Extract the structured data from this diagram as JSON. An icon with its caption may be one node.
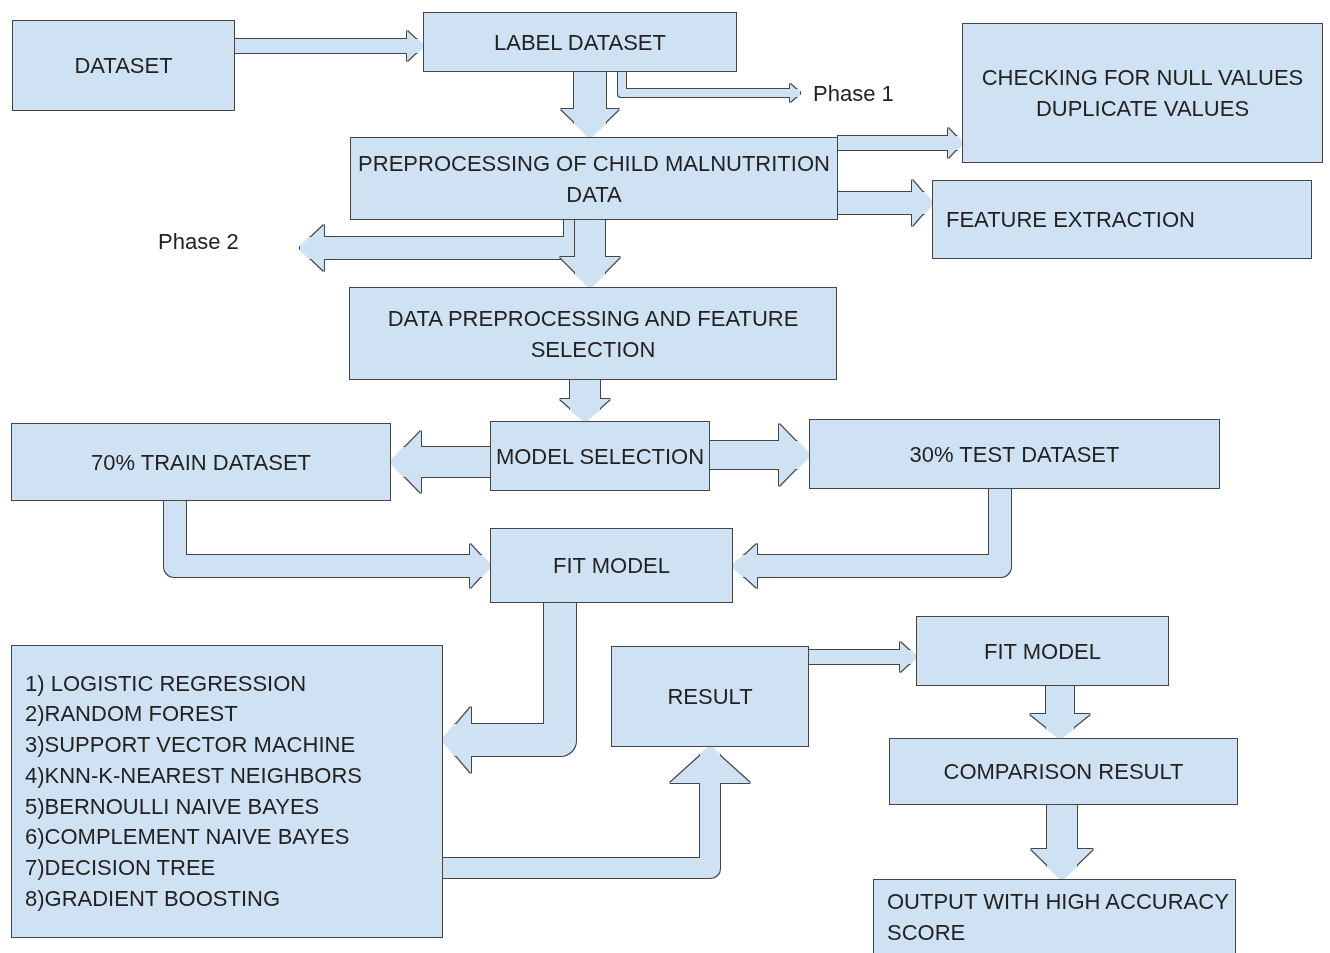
{
  "diagram": {
    "nodes": [
      {
        "text": [
          "DATASET"
        ]
      },
      {
        "text": [
          "LABEL DATASET"
        ]
      },
      {
        "text": [
          "Phase 1"
        ]
      },
      {
        "text": [
          "CHECKING FOR NULL VALUES DUPLICATE VALUES"
        ]
      },
      {
        "text": [
          "PREPROCESSING OF CHILD MALNUTRITION DATA"
        ]
      },
      {
        "text": [
          "FEATURE EXTRACTION"
        ]
      },
      {
        "text": [
          "Phase 2"
        ]
      },
      {
        "text": [
          "DATA PREPROCESSING AND FEATURE  SELECTION"
        ]
      },
      {
        "text": [
          "70% TRAIN DATASET"
        ]
      },
      {
        "text": [
          "MODEL SELECTION"
        ]
      },
      {
        "text": [
          "30% TEST DATASET"
        ]
      },
      {
        "text": [
          "FIT MODEL"
        ]
      },
      {
        "text": [
          "1) LOGISTIC REGRESSION",
          "2)RANDOM FOREST",
          "3)SUPPORT VECTOR MACHINE",
          "4)KNN-K-NEAREST NEIGHBORS",
          "5)BERNOULLI NAIVE BAYES",
          "6)COMPLEMENT NAIVE BAYES",
          "7)DECISION TREE",
          "8)GRADIENT BOOSTING"
        ]
      },
      {
        "text": [
          "RESULT"
        ]
      },
      {
        "text": [
          "FIT MODEL"
        ]
      },
      {
        "text": [
          "COMPARISON RESULT"
        ]
      },
      {
        "text": [
          "OUTPUT WITH HIGH ACCURACY SCORE"
        ]
      }
    ],
    "edges": [
      {
        "from": 0,
        "to": 1,
        "arrow": "to"
      },
      {
        "from": 1,
        "to": 4,
        "arrow": "to"
      },
      {
        "from": 1,
        "to": 2,
        "arrow": "to"
      },
      {
        "from": 4,
        "to": 3,
        "arrow": "to"
      },
      {
        "from": 4,
        "to": 5,
        "arrow": "to"
      },
      {
        "from": 4,
        "to": 6,
        "arrow": "to"
      },
      {
        "from": 4,
        "to": 7,
        "arrow": "to"
      },
      {
        "from": 7,
        "to": 9,
        "arrow": "to"
      },
      {
        "from": 9,
        "to": 8,
        "arrow": "to"
      },
      {
        "from": 9,
        "to": 10,
        "arrow": "to"
      },
      {
        "from": 8,
        "to": 11,
        "arrow": "to"
      },
      {
        "from": 10,
        "to": 11,
        "arrow": "to"
      },
      {
        "from": 11,
        "to": 12,
        "arrow": "to"
      },
      {
        "from": 12,
        "to": 13,
        "arrow": "to"
      },
      {
        "from": 13,
        "to": 14,
        "arrow": "to"
      },
      {
        "from": 14,
        "to": 15,
        "arrow": "to"
      },
      {
        "from": 15,
        "to": 16,
        "arrow": "to"
      }
    ]
  }
}
